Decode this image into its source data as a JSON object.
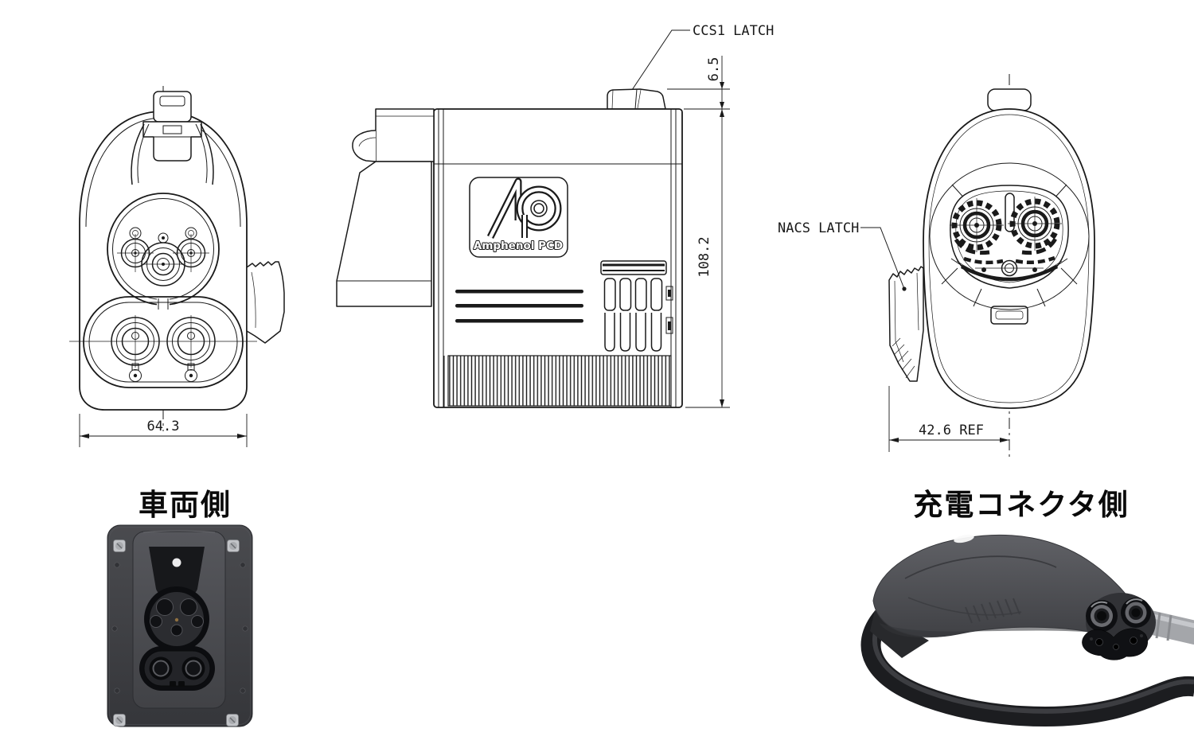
{
  "figure": {
    "views": {
      "front": {
        "dim_width": "64.3"
      },
      "side": {
        "latch_label": "CCS1 LATCH",
        "dim_latch_height": "6.5",
        "dim_height": "108.2",
        "logo_text": "Amphenol PCD"
      },
      "rear": {
        "latch_label": "NACS LATCH",
        "dim_ref": "42.6 REF"
      }
    },
    "captions": {
      "vehicle_side": "車両側",
      "charging_connector_side": "充電コネクタ側"
    }
  },
  "colors": {
    "line": "#1a1a1a",
    "background": "#ffffff",
    "photo_plate_dark": "#3c3d41",
    "photo_handle_gray": "#55565a",
    "photo_cable_black": "#1c1d20",
    "screw_silver": "#c2c4c8"
  }
}
